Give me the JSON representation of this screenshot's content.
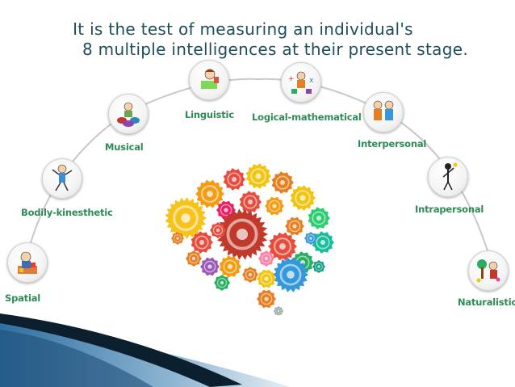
{
  "header": {
    "line1": "It is the test of measuring an individual's",
    "line2": "8 multiple intelligences at their present stage."
  },
  "intelligences": [
    {
      "label": "Spatial",
      "icon": "spatial-child-icon"
    },
    {
      "label": "Bodily-kinesthetic",
      "icon": "dancing-child-icon"
    },
    {
      "label": "Musical",
      "icon": "drummer-child-icon"
    },
    {
      "label": "Linguistic",
      "icon": "reading-child-icon"
    },
    {
      "label": "Logical-mathematical",
      "icon": "math-child-icon"
    },
    {
      "label": "Interpersonal",
      "icon": "two-children-icon"
    },
    {
      "label": "Intrapersonal",
      "icon": "thinking-figure-icon"
    },
    {
      "label": "Naturalistic",
      "icon": "nature-child-icon"
    }
  ],
  "colors": {
    "title": "#1f4e5a",
    "label": "#2e8b57",
    "arc": "#c8c8c8",
    "footer_dark": "#0b1f2e",
    "footer_blue": "#2f6fa0"
  }
}
